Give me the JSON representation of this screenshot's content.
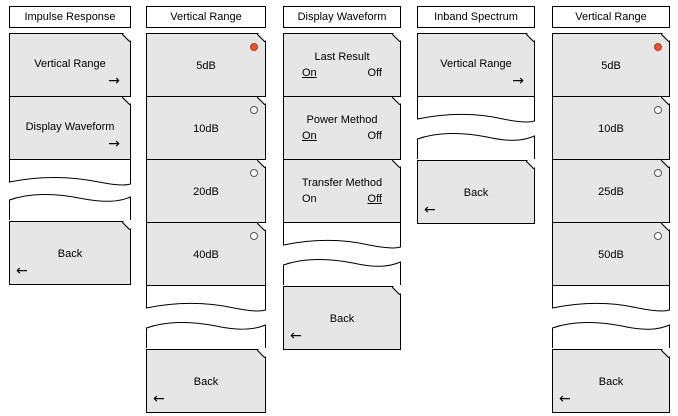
{
  "panels": [
    {
      "title": "Impulse Response",
      "keys": [
        {
          "label": "Vertical Range",
          "arrow": "→"
        },
        {
          "label": "Display Waveform",
          "arrow": "→"
        }
      ],
      "back": {
        "label": "Back",
        "arrow": "←"
      }
    },
    {
      "title": "Vertical Range",
      "options": [
        {
          "label": "5dB",
          "selected": true
        },
        {
          "label": "10dB",
          "selected": false
        },
        {
          "label": "20dB",
          "selected": false
        },
        {
          "label": "40dB",
          "selected": false
        }
      ],
      "back": {
        "label": "Back",
        "arrow": "←"
      }
    },
    {
      "title": "Display Waveform",
      "toggles": [
        {
          "label": "Last Result",
          "on": "On",
          "off": "Off",
          "selected": "on"
        },
        {
          "label": "Power Method",
          "on": "On",
          "off": "Off",
          "selected": "on"
        },
        {
          "label": "Transfer Method",
          "on": "On",
          "off": "Off",
          "selected": "off"
        }
      ],
      "back": {
        "label": "Back",
        "arrow": "←"
      }
    },
    {
      "title": "Inband Spectrum",
      "keys": [
        {
          "label": "Vertical Range",
          "arrow": "→"
        }
      ],
      "back": {
        "label": "Back",
        "arrow": "←"
      }
    },
    {
      "title": "Vertical Range",
      "options": [
        {
          "label": "5dB",
          "selected": true
        },
        {
          "label": "10dB",
          "selected": false
        },
        {
          "label": "25dB",
          "selected": false
        },
        {
          "label": "50dB",
          "selected": false
        }
      ],
      "back": {
        "label": "Back",
        "arrow": "←"
      }
    }
  ],
  "colors": {
    "key_fill": "#e6e6e6",
    "radio_selected": "#e8543a"
  }
}
